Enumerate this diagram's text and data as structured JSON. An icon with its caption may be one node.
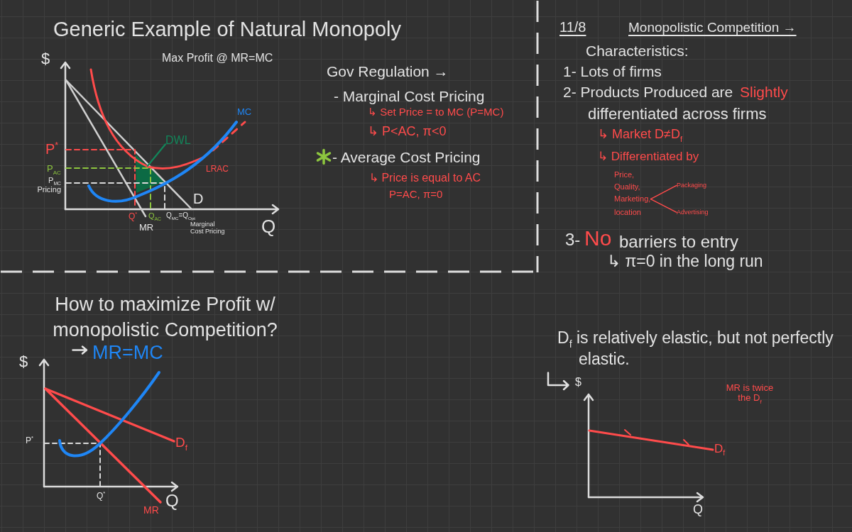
{
  "diagram": {
    "nodes": [
      {
        "text": [
          "DWL"
        ]
      },
      {
        "text": [],
        "shape": "triangle"
      },
      {
        "text": [
          "Marketing,"
        ]
      },
      {
        "text": [
          "Packaging"
        ]
      },
      {
        "text": [
          "Advertising"
        ]
      }
    ],
    "edges": [
      {
        "from": 0,
        "to": 1,
        "arrow": "none",
        "color": "#12865a"
      },
      {
        "from": 2,
        "to": 3,
        "arrow": "none"
      },
      {
        "from": 2,
        "to": 4,
        "arrow": "none"
      }
    ],
    "labels": [
      "Generic Example of Natural Monopoly",
      "$",
      "Max Profit @ MR=MC",
      "P$^{*}$",
      "MC",
      "P$_{AC}$",
      "LRAC",
      "P$_{MC}$ Pricing",
      "D",
      "Q$^{*}$",
      "Q$_{AC}$",
      "Q$_{MC}$=Q$_{Opt}$",
      "MR",
      "Marginal Cost Pricing",
      "Q",
      "Gov Regulation →",
      "- Marginal Cost Pricing",
      "↳ Set Price = to MC (P=MC)",
      "↳ P<AC, π<0",
      "- Average Cost Pricing",
      "↳ Price is equal to AC",
      "P=AC, π=0",
      "11/8",
      "Monopolistic Competition →",
      "Characteristics:",
      "1- Lots of firms",
      "2- Products Produced are",
      "Slightly",
      "differentiated across firms",
      "↳ Market D≠D$_{f}$",
      "↳ Differentiated by",
      "Price,",
      "Quality,",
      "location",
      "3-",
      "No",
      "barriers to entry",
      "↳ π=0 in the long run",
      "How to maximize Profit w/ monopolistic Competition?",
      "MR=MC",
      "$",
      "P$^{*}$",
      "D$_{f}$",
      "Q$^{*}$",
      "Q",
      "MR",
      "D$_{f}$ is relatively elastic, but not perfectly elastic.",
      "$",
      "MR is twice the D$_{f}$",
      "D$_{f}$",
      "Q"
    ]
  }
}
